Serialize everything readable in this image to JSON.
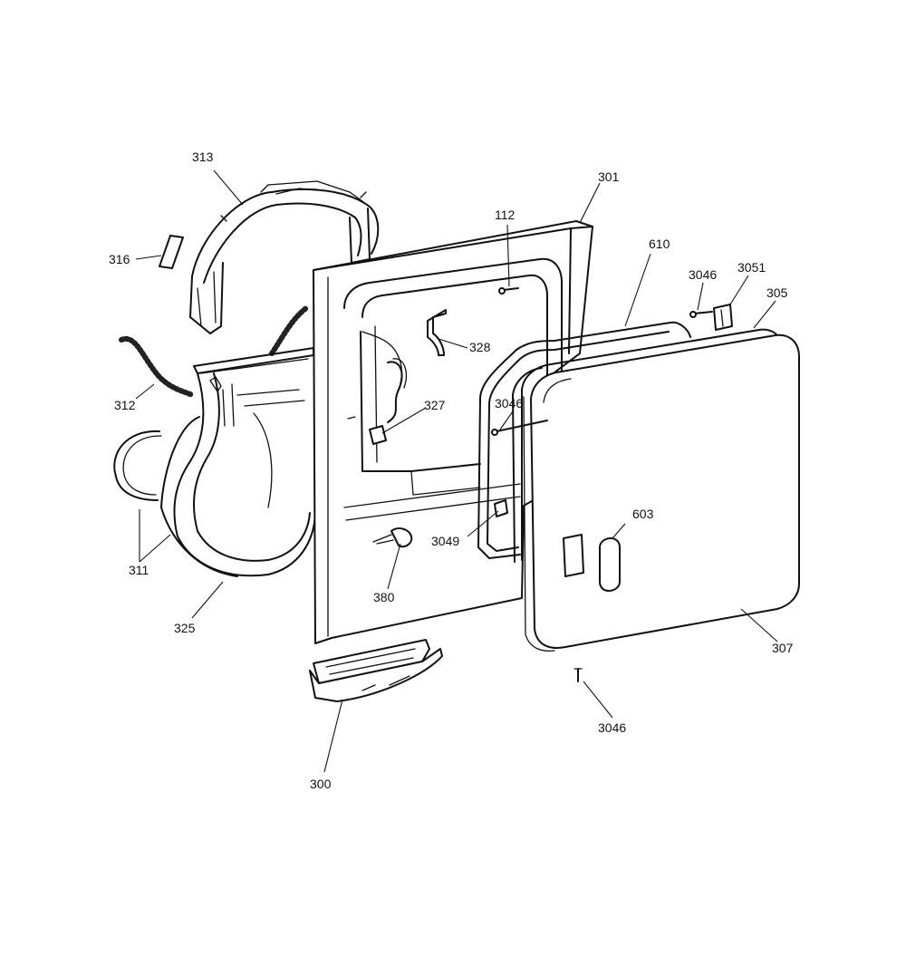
{
  "callouts": [
    {
      "id": "313",
      "text": "313"
    },
    {
      "id": "301",
      "text": "301"
    },
    {
      "id": "112",
      "text": "112"
    },
    {
      "id": "610",
      "text": "610"
    },
    {
      "id": "316",
      "text": "316"
    },
    {
      "id": "3046a",
      "text": "3046"
    },
    {
      "id": "3051",
      "text": "3051"
    },
    {
      "id": "305",
      "text": "305"
    },
    {
      "id": "328",
      "text": "328"
    },
    {
      "id": "312",
      "text": "312"
    },
    {
      "id": "327",
      "text": "327"
    },
    {
      "id": "3046b",
      "text": "3046"
    },
    {
      "id": "603",
      "text": "603"
    },
    {
      "id": "3049",
      "text": "3049"
    },
    {
      "id": "311",
      "text": "311"
    },
    {
      "id": "380",
      "text": "380"
    },
    {
      "id": "325",
      "text": "325"
    },
    {
      "id": "307",
      "text": "307"
    },
    {
      "id": "3046c",
      "text": "3046"
    },
    {
      "id": "300",
      "text": "300"
    }
  ]
}
